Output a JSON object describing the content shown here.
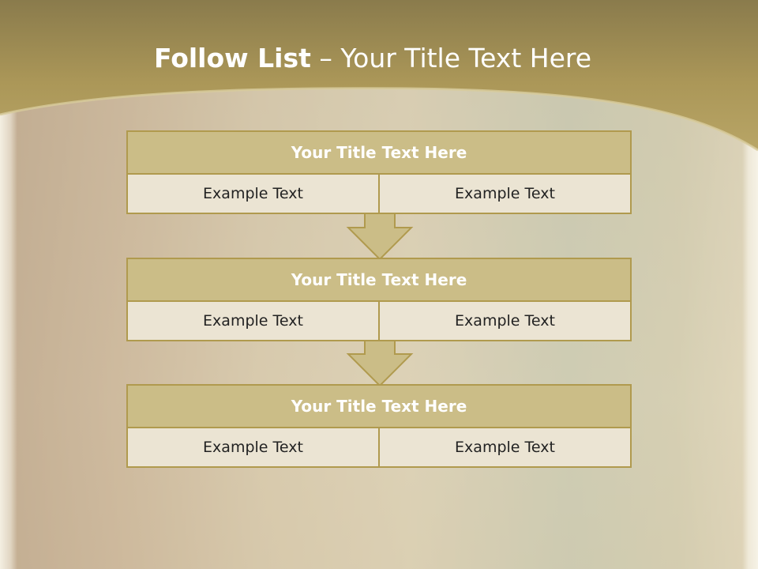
{
  "slide": {
    "title_bold": "Follow List",
    "title_rest": " – Your Title Text Here"
  },
  "steps": [
    {
      "title": "Your Title Text Here",
      "cells": [
        "Example Text",
        "Example Text"
      ]
    },
    {
      "title": "Your Title Text Here",
      "cells": [
        "Example Text",
        "Example Text"
      ]
    },
    {
      "title": "Your Title Text Here",
      "cells": [
        "Example Text",
        "Example Text"
      ]
    }
  ],
  "colors": {
    "header_band": "#a39054",
    "title_box": "#cbbd87",
    "cell_box": "#ebe4d3",
    "border": "#b09a4e",
    "arrow_fill": "#cbbd87"
  },
  "icons": [
    "down-arrow-icon",
    "down-arrow-icon"
  ]
}
